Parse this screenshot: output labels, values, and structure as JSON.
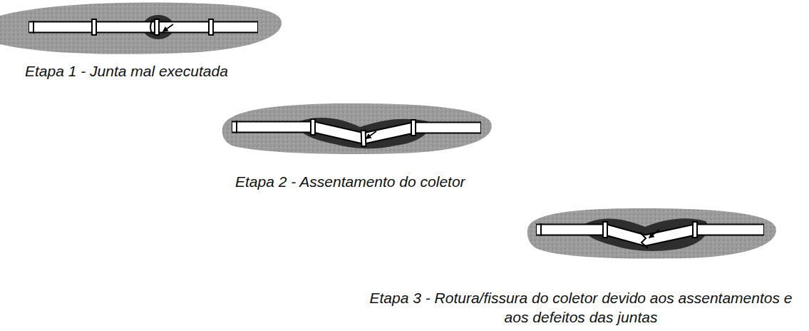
{
  "diagram": {
    "labels": [
      "Etapa 1 - Junta mal executada",
      "Etapa 2 - Assentamento do coletor",
      "Etapa 3 - Rotura/fissura do coletor devido aos assentamentos e aos defeitos das juntas"
    ]
  }
}
